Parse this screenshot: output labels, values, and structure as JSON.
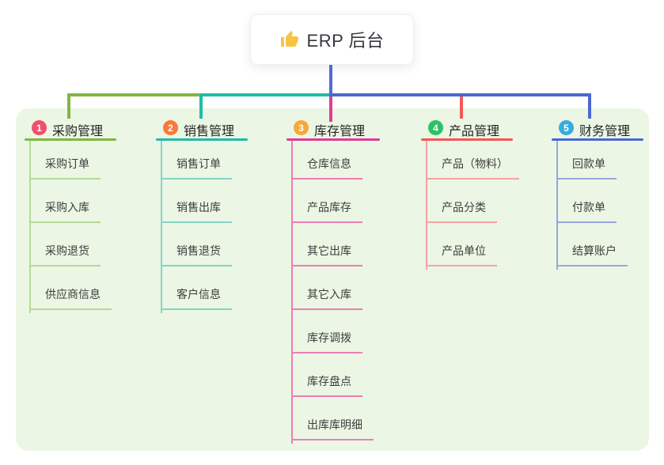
{
  "root": {
    "title": "ERP 后台",
    "icon": "thumbs-up-icon",
    "icon_color": "#f6c445"
  },
  "canvas": {
    "background": "#ffffff",
    "panel_background": "#ebf6e4",
    "trunk_color": "#5569d4"
  },
  "branches": [
    {
      "number": "1",
      "label": "采购管理",
      "badge_color": "#f0506e",
      "line_color": "#7fb840",
      "item_line_color": "#b4db96",
      "items": [
        "采购订单",
        "采购入库",
        "采购退货",
        "供应商信息"
      ]
    },
    {
      "number": "2",
      "label": "销售管理",
      "badge_color": "#f7793c",
      "line_color": "#1fbda6",
      "item_line_color": "#84d4c7",
      "items": [
        "销售订单",
        "销售出库",
        "销售退货",
        "客户信息"
      ]
    },
    {
      "number": "3",
      "label": "库存管理",
      "badge_color": "#f5a83a",
      "line_color": "#e03c97",
      "item_line_color": "#ee7eb6",
      "items": [
        "仓库信息",
        "产品库存",
        "其它出库",
        "其它入库",
        "库存调拨",
        "库存盘点",
        "出库库明细"
      ]
    },
    {
      "number": "4",
      "label": "产品管理",
      "badge_color": "#2cc26a",
      "line_color": "#f25858",
      "item_line_color": "#f5a3a3",
      "items": [
        "产品（物料）",
        "产品分类",
        "产品单位"
      ]
    },
    {
      "number": "5",
      "label": "财务管理",
      "badge_color": "#36ace0",
      "line_color": "#4a68d0",
      "item_line_color": "#97a6e0",
      "items": [
        "回款单",
        "付款单",
        "结算账户"
      ]
    }
  ]
}
